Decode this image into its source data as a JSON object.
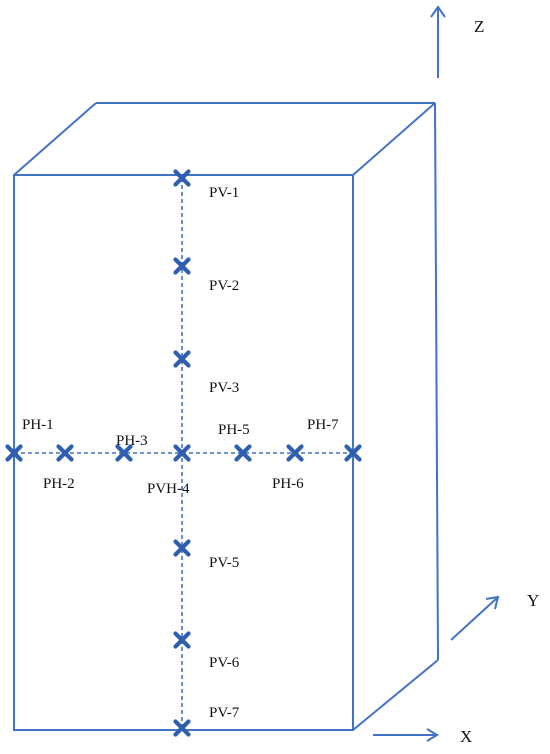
{
  "colors": {
    "line": "#4472C4",
    "marker": "#2F5FAE",
    "text": "#111111"
  },
  "axes": {
    "z": "Z",
    "y": "Y",
    "x": "X"
  },
  "points": {
    "pv1": "PV-1",
    "pv2": "PV-2",
    "pv3": "PV-3",
    "pvh4": "PVH-4",
    "pv5": "PV-5",
    "pv6": "PV-6",
    "pv7": "PV-7",
    "ph1": "PH-1",
    "ph2": "PH-2",
    "ph3": "PH-3",
    "ph5": "PH-5",
    "ph6": "PH-6",
    "ph7": "PH-7"
  },
  "marker_icon": "cross-x-icon"
}
